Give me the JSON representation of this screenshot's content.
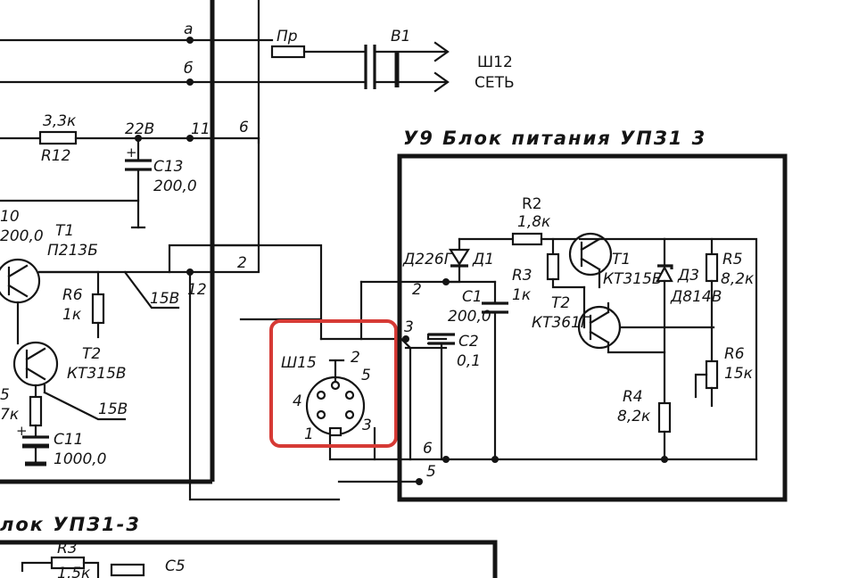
{
  "left_block": {
    "terminals": [
      "а",
      "б",
      "11",
      "6",
      "2",
      "12"
    ],
    "resistor_r12": {
      "value": "3,3к",
      "ref": "R12"
    },
    "node_22v": "22В",
    "cap_c13": {
      "ref": "C13",
      "value": "200,0"
    },
    "cap_c10_partial": {
      "ref": "10",
      "value": "200,0"
    },
    "transistor_t1": {
      "ref": "T1",
      "type": "П213Б"
    },
    "resistor_r6": {
      "ref": "R6",
      "value": "1к"
    },
    "transistor_t2": {
      "ref": "T2",
      "type": "КТ315В"
    },
    "voltage_15v_a": "15В",
    "voltage_15v_b": "15В",
    "resistor_r5_partial": {
      "ref": "5",
      "value": "7к"
    },
    "cap_c11": {
      "ref": "C11",
      "value": "1000,0"
    }
  },
  "fuse": {
    "ref": "Пр"
  },
  "switch": {
    "ref": "В1"
  },
  "mains_plug": {
    "ref": "Ш12",
    "label": "СЕТЬ"
  },
  "connector_sh15": {
    "ref": "Ш15",
    "pins": [
      "1",
      "2",
      "3",
      "4",
      "5"
    ],
    "highlight_color": "#d63a35"
  },
  "power_unit": {
    "title": "У9 Блок питания УПЗ1 3",
    "terminals": [
      "2",
      "3",
      "6",
      "5"
    ],
    "r2": {
      "ref": "R2",
      "value": "1,8к"
    },
    "d1": {
      "ref": "Д1",
      "type": "Д226Г"
    },
    "c1": {
      "ref": "C1",
      "value": "200,0"
    },
    "r3": {
      "ref": "R3",
      "value": "1к"
    },
    "c2": {
      "ref": "C2",
      "value": "0,1"
    },
    "t1": {
      "ref": "T1",
      "type": "КТ315В"
    },
    "t2": {
      "ref": "T2",
      "type": "КТ361Г"
    },
    "d3": {
      "ref": "Д3",
      "type": "Д814В"
    },
    "r5": {
      "ref": "R5",
      "value": "8,2к"
    },
    "r6": {
      "ref": "R6",
      "value": "15к"
    },
    "r4": {
      "ref": "R4",
      "value": "8,2к"
    }
  },
  "bottom_block": {
    "title": "лок УПЗ1-3",
    "r3_partial": "R3",
    "r3_value_partial": "1,5к",
    "c5_partial": "C5"
  }
}
